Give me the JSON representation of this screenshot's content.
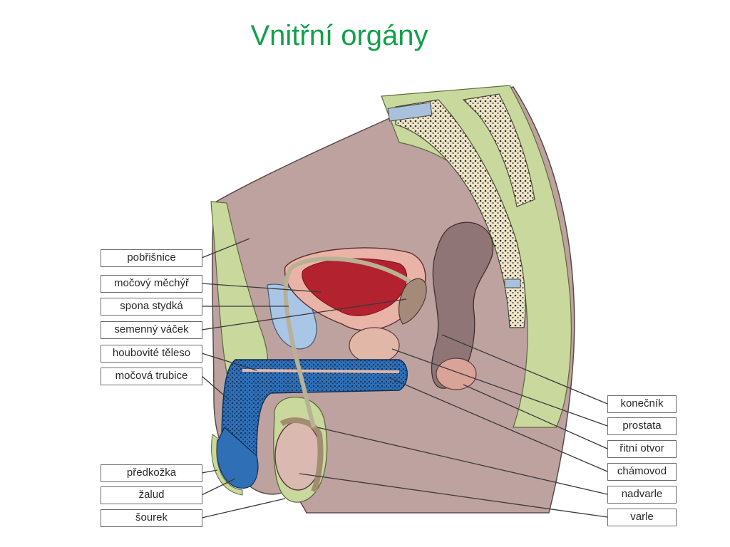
{
  "title": "Vnitřní orgány",
  "labels_left": [
    "pobřišnice",
    "močový měchýř",
    "spona stydká",
    "semenný váček",
    "houbovité těleso",
    "močová trubice",
    "předkožka",
    "žalud",
    "šourek"
  ],
  "labels_right": [
    "konečník",
    "prostata",
    "řitní otvor",
    "chámovod",
    "nadvarle",
    "varle"
  ],
  "colors": {
    "title": "#12a04a",
    "skin": "#bfa4a2",
    "fat_layer": "#c8d79a",
    "bladder_interior": "#b0202e",
    "spongy_tissue": "#2e6db4",
    "bone": "#efe6c8"
  }
}
